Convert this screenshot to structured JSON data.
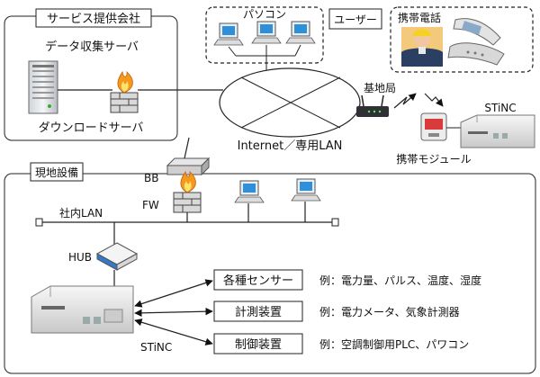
{
  "service_provider": {
    "label": "サービス提供会社",
    "data_server": "データ収集サーバ",
    "download_server": "ダウンロードサーバ"
  },
  "pc": {
    "label": "パソコン"
  },
  "user": {
    "label": "ユーザー"
  },
  "mobile": {
    "label": "携帯電話"
  },
  "network": {
    "label": "Internet／専用LAN"
  },
  "base_station": {
    "label": "基地局"
  },
  "stinc_remote": {
    "label": "STiNC"
  },
  "mobile_module": {
    "label": "携帯モジュール"
  },
  "site": {
    "label": "現地設備",
    "bb": "BB",
    "fw": "FW",
    "lan": "社内LAN",
    "hub": "HUB",
    "stinc": "STiNC"
  },
  "devices": [
    {
      "name": "各種センサー",
      "example": "例：電力量、パルス、温度、湿度"
    },
    {
      "name": "計測装置",
      "example": "例：電力メータ、気象計測器"
    },
    {
      "name": "制御装置",
      "example": "例：空調制御用PLC、パワコン"
    }
  ]
}
